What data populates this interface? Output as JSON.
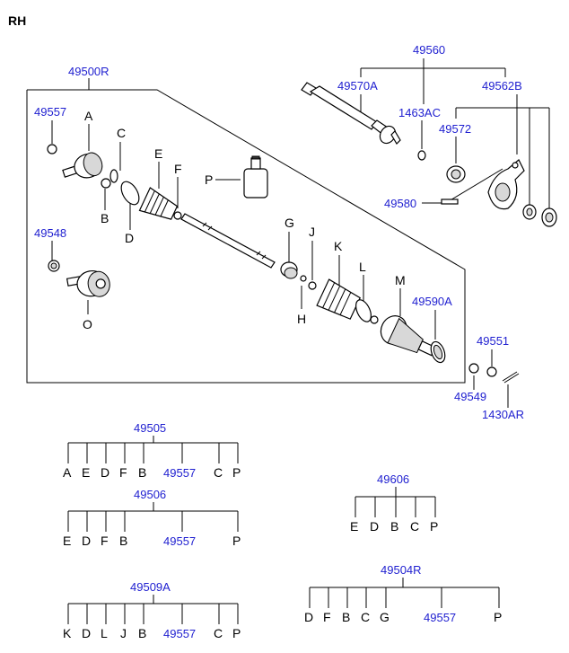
{
  "title": "RH",
  "callouts": {
    "c49500R": "49500R",
    "c49557": "49557",
    "c49548": "49548",
    "c49560": "49560",
    "c49570A": "49570A",
    "c1463AC": "1463AC",
    "c49562B": "49562B",
    "c49572": "49572",
    "c49580": "49580",
    "c49590A": "49590A",
    "c49551": "49551",
    "c49549": "49549",
    "c1430AR": "1430AR",
    "A": "A",
    "B": "B",
    "C": "C",
    "D": "D",
    "E": "E",
    "F": "F",
    "G": "G",
    "H": "H",
    "J": "J",
    "K": "K",
    "L": "L",
    "M": "M",
    "O": "O",
    "P": "P"
  },
  "kits": {
    "k49505": {
      "number": "49505",
      "items": [
        "A",
        "E",
        "D",
        "F",
        "B",
        "49557",
        "C",
        "P"
      ]
    },
    "k49506": {
      "number": "49506",
      "items": [
        "E",
        "D",
        "F",
        "B",
        "49557",
        "P"
      ]
    },
    "k49509A": {
      "number": "49509A",
      "items": [
        "K",
        "D",
        "L",
        "J",
        "B",
        "49557",
        "C",
        "P"
      ]
    },
    "k49606": {
      "number": "49606",
      "items": [
        "E",
        "D",
        "B",
        "C",
        "P"
      ]
    },
    "k49504R": {
      "number": "49504R",
      "items": [
        "D",
        "F",
        "B",
        "C",
        "G",
        "49557",
        "P"
      ]
    }
  }
}
